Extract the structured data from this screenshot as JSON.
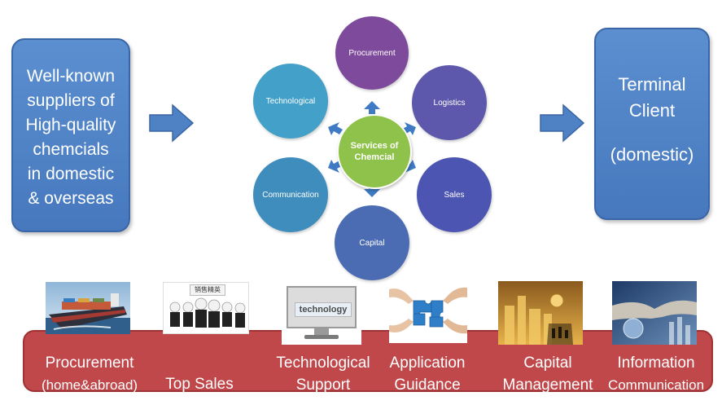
{
  "suppliers_box": {
    "lines": [
      "Well-known",
      "suppliers of",
      "High-quality",
      "chemcials",
      "in domestic",
      "& overseas"
    ]
  },
  "terminal_box": {
    "line1": "Terminal",
    "line2": "Client",
    "line3": "(domestic)"
  },
  "hub": {
    "center": [
      "Services of",
      "Chemcial"
    ],
    "nodes": {
      "procurement": "Procurement",
      "logistics": "Logistics",
      "sales": "Sales",
      "capital": "Capital",
      "communication": "Communication",
      "technological": "Technological"
    }
  },
  "photos": {
    "sales_sign": "销售精英",
    "monitor_word": "technology"
  },
  "bottom_labels": {
    "procurement": [
      "Procurement",
      "(home&abroad)"
    ],
    "top_sales": "Top Sales",
    "tech_support": [
      "Technological",
      "Support"
    ],
    "application": [
      "Application",
      "Guidance"
    ],
    "capital": [
      "Capital",
      "Management"
    ],
    "information": [
      "Information",
      "Communication"
    ]
  },
  "colors": {
    "box_blue": "#4f82c4",
    "procurement": "#7e4a9c",
    "logistics": "#5e58ad",
    "sales": "#4d55b2",
    "capital": "#4b6cb3",
    "communication": "#3f8dbd",
    "technological": "#42a0c9",
    "center": "#8fc24a",
    "band": "#c0474a",
    "arrow": "#4f82c4"
  }
}
